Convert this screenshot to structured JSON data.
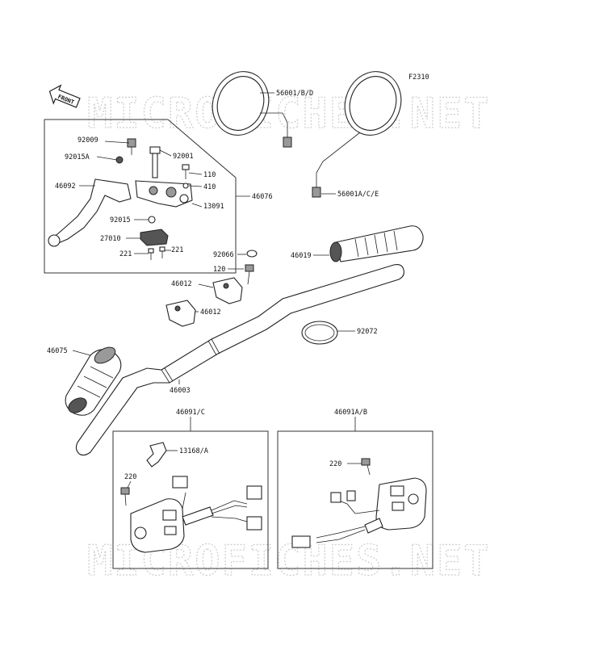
{
  "figure_code": "F2310",
  "front_badge": "FRONT",
  "watermark": "MICROFICHES.NET",
  "parts": {
    "p92009": "92009",
    "p92015A": "92015A",
    "p46092": "46092",
    "p92015": "92015",
    "p27010": "27010",
    "p221a": "221",
    "p221b": "221",
    "p92001": "92001",
    "p110": "110",
    "p410": "410",
    "p13091": "13091",
    "p46076": "46076",
    "p56001BD": "56001/B/D",
    "p56001ACE": "56001A/C/E",
    "p46019": "46019",
    "p92066": "92066",
    "p120": "120",
    "p46012a": "46012",
    "p46012b": "46012",
    "p92072": "92072",
    "p46075": "46075",
    "p46003": "46003",
    "p46091C": "46091/C",
    "p13168A": "13168/A",
    "p220a": "220",
    "p46091AB": "46091A/B",
    "p220b": "220"
  }
}
